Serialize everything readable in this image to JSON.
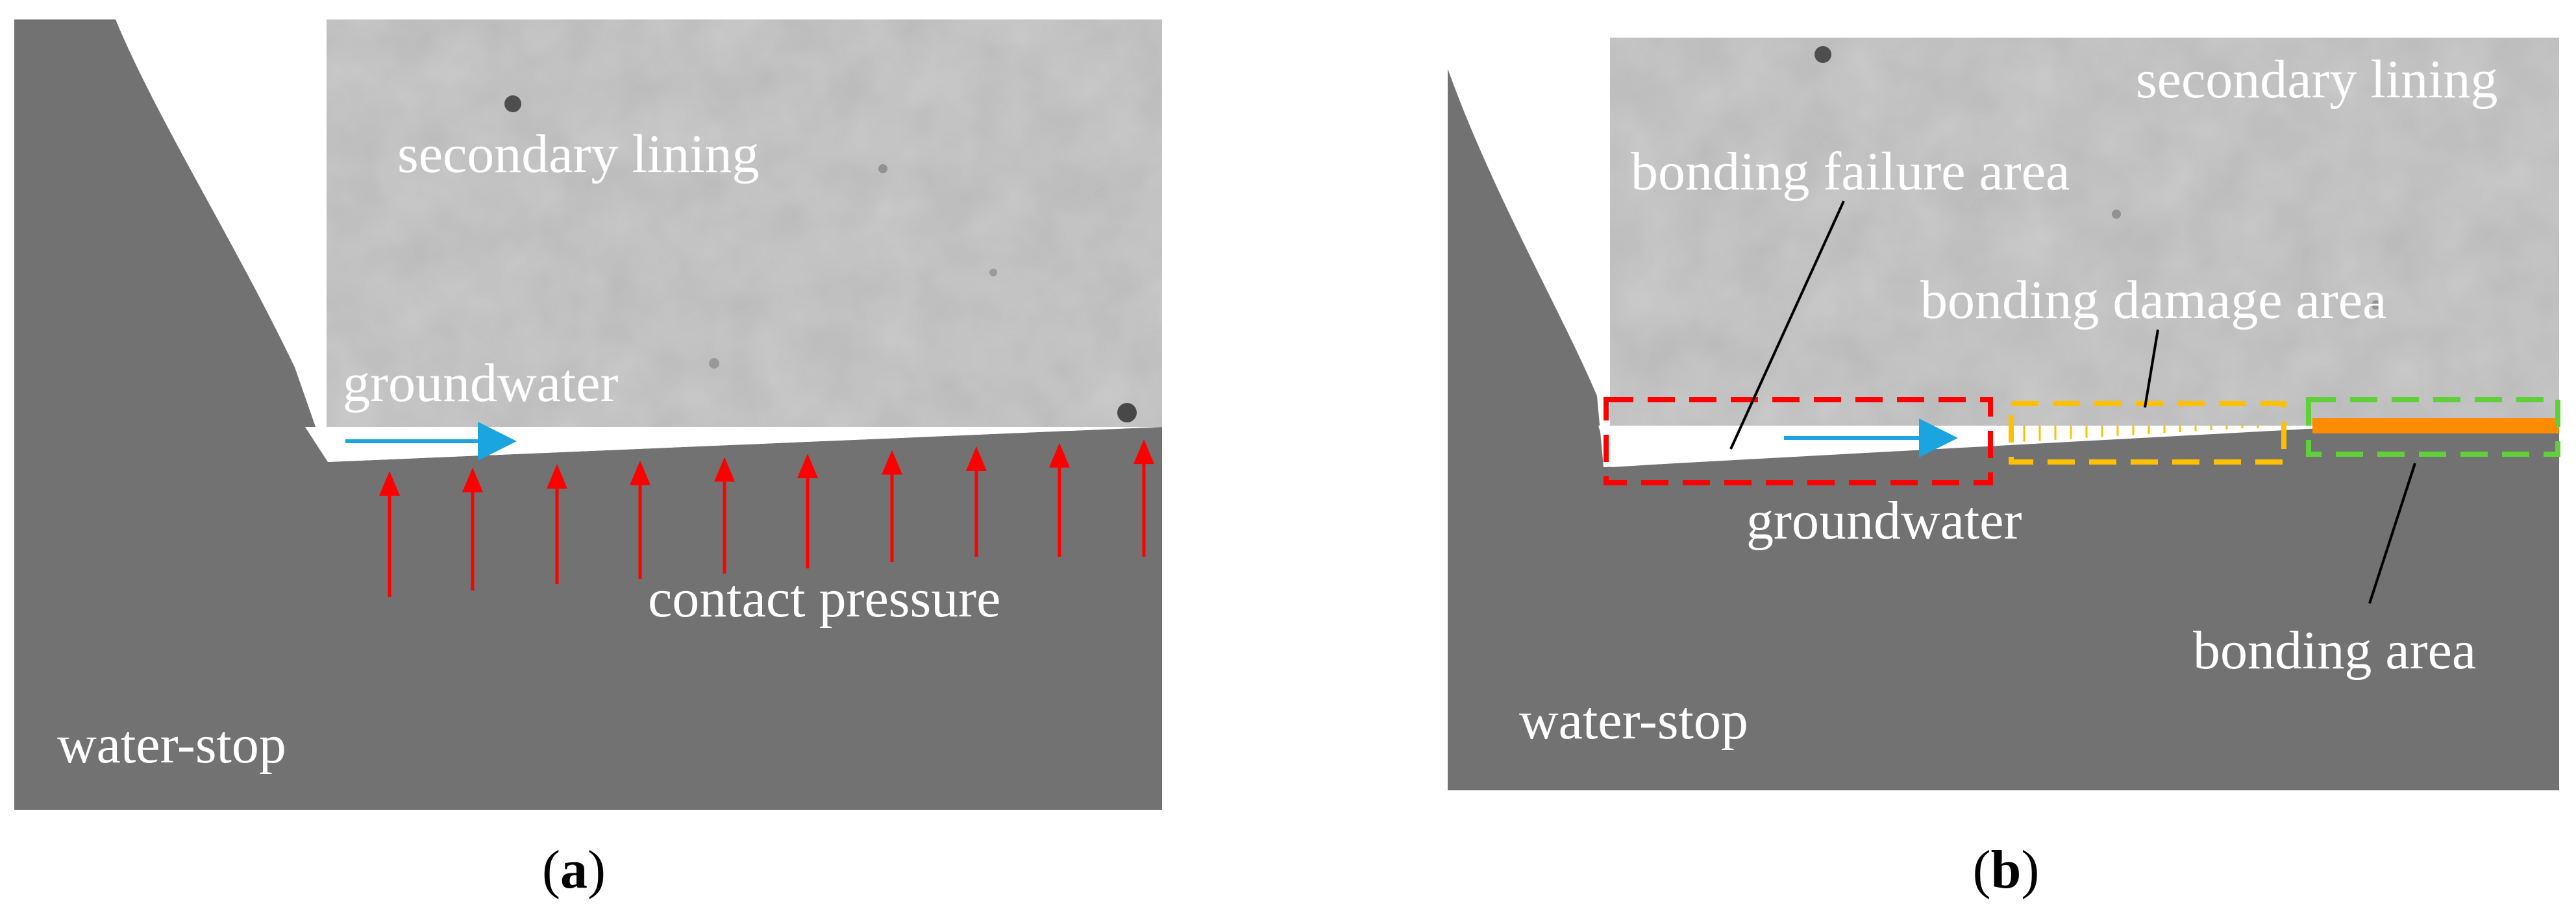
{
  "panel_a": {
    "caption_open": "(",
    "caption_letter": "a",
    "caption_close": ")",
    "labels": {
      "secondary_lining": "secondary lining",
      "groundwater": "groundwater",
      "contact_pressure": "contact pressure",
      "water_stop": "water-stop"
    }
  },
  "panel_b": {
    "caption_open": "(",
    "caption_letter": "b",
    "caption_close": ")",
    "labels": {
      "secondary_lining": "secondary lining",
      "bonding_failure_area": "bonding failure area",
      "bonding_damage_area": "bonding damage area",
      "groundwater": "groundwater",
      "bonding_area": "bonding area",
      "water_stop": "water-stop"
    }
  },
  "colors": {
    "water_stop": "#727272",
    "secondary_lining": "#b9b9b9",
    "groundwater_arrow": "#1aa4e0",
    "contact_pressure_arrow": "#ff0000",
    "bonding_failure_box": "#ff0000",
    "bonding_damage_box": "#ffc000",
    "bonding_area_box": "#5fd03a",
    "bonding_area_fill": "#ff8c00",
    "label_text": "#ffffff",
    "caption_text": "#000000"
  },
  "icons": {
    "groundwater_flow": "arrow-right",
    "contact_pressure": "arrow-up"
  }
}
